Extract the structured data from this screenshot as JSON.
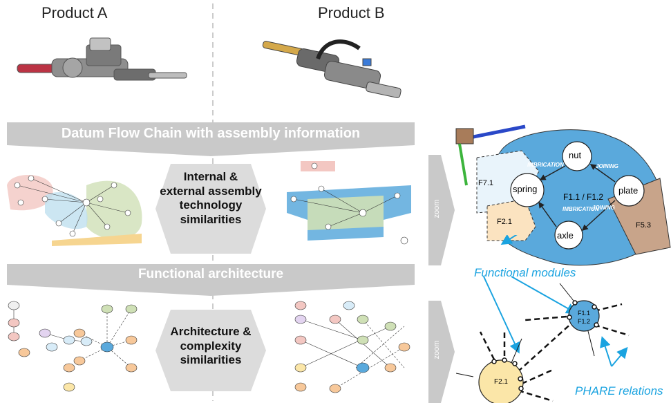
{
  "products": {
    "a_label": "Product A",
    "b_label": "Product B"
  },
  "banners": {
    "top": "Datum Flow Chain with assembly information",
    "middle": "Functional architecture"
  },
  "hexagons": {
    "top": [
      "Internal &",
      "external assembly",
      "technology",
      "similarities"
    ],
    "bottom": [
      "Architecture &",
      "complexity",
      "similarities"
    ]
  },
  "zoom_label": "zoom",
  "detail": {
    "nodes": {
      "nut": "nut",
      "spring": "spring",
      "axle": "axle",
      "plate": "plate"
    },
    "center_label": "F1.1 / F1.2",
    "module_labels": {
      "f71": "F7.1",
      "f21": "F2.1",
      "f53": "F5.3"
    },
    "relations": {
      "imbrication_top": "IMBRICATION",
      "imbrication_bottom": "IMBRICATION",
      "joining_top": "JOINING",
      "joining_bottom": "JOINING"
    }
  },
  "annotations": {
    "functional_modules": "Functional modules",
    "phare_relations": "PHARE relations"
  },
  "phare": {
    "node_f11": "F1.1",
    "node_f12": "F1.2",
    "node_f21": "F2.1"
  },
  "colors": {
    "accent": "#1aa3e0",
    "banner": "#c9c9c9",
    "blob": "#5aa9dc",
    "tan": "#c8a48a",
    "orange": "#f7c89a",
    "yellow": "#fbe6a8",
    "gray_hex": "#dcdcdc"
  }
}
